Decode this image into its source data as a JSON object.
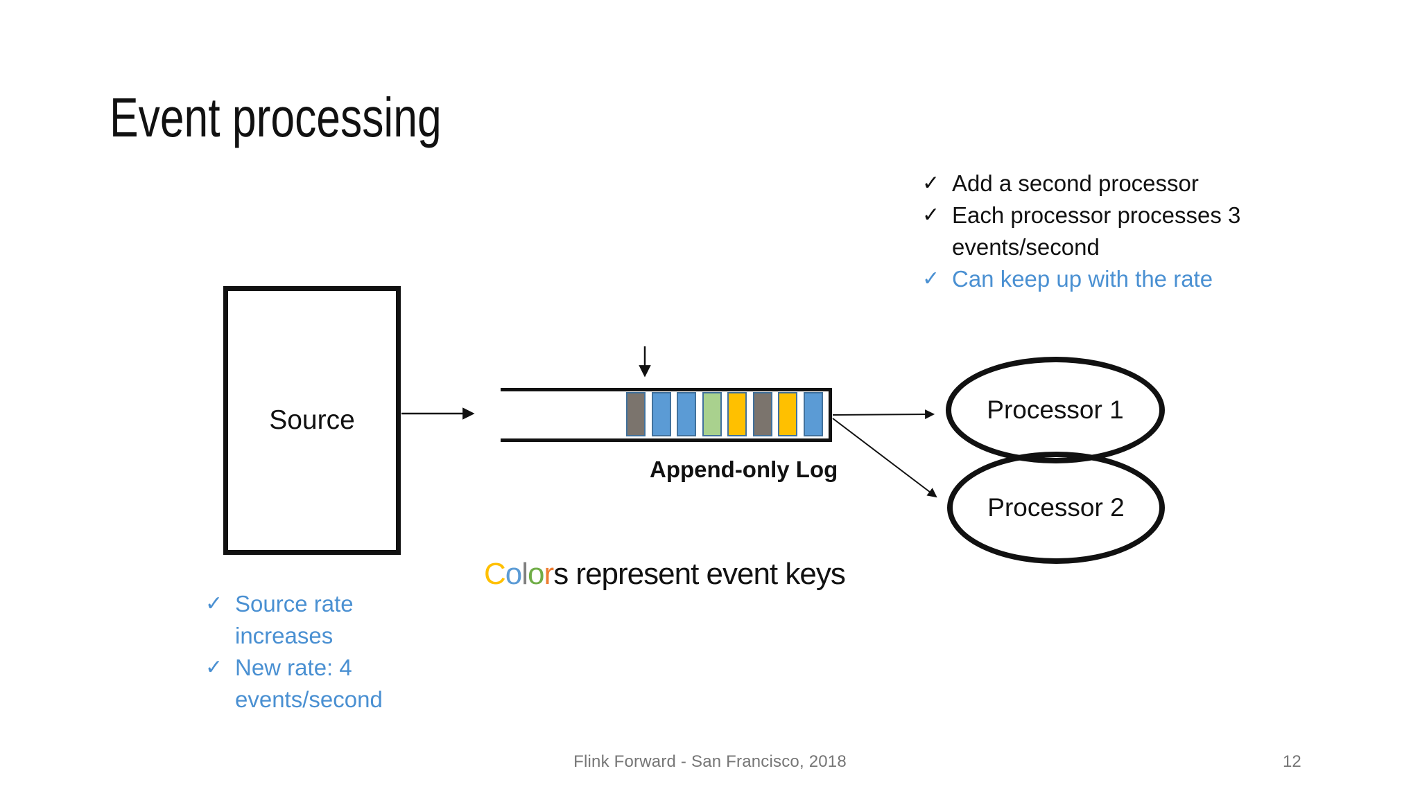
{
  "title": "Event processing",
  "check_glyph": "✓",
  "colors": {
    "ink": "#111111",
    "accent_blue_text": "#4A90D2",
    "bar_blue": "#5B9BD5",
    "bar_gray": "#7B746D",
    "bar_green": "#A9D18E",
    "bar_gold": "#FFC000",
    "bar_border": "#41719C",
    "footer_gray": "#767676"
  },
  "checklist_top_right": [
    {
      "text": "Add a second processor",
      "color": "black"
    },
    {
      "text": "Each processor processes 3\nevents/second",
      "color": "black"
    },
    {
      "text": "Can keep up with the rate",
      "color": "blue"
    }
  ],
  "checklist_bottom_left": [
    {
      "text": "Source rate\nincreases",
      "color": "blue"
    },
    {
      "text": "New rate: 4\nevents/second",
      "color": "blue"
    }
  ],
  "diagram": {
    "source_label": "Source",
    "log_label": "Append-only Log",
    "processor1_label": "Processor 1",
    "processor2_label": "Processor 2",
    "log_events": [
      "gray",
      "blue",
      "blue",
      "green",
      "gold",
      "gray",
      "gold",
      "blue"
    ]
  },
  "caption": {
    "letters": [
      {
        "ch": "C",
        "color": "#FFC000"
      },
      {
        "ch": "o",
        "color": "#5B9BD5"
      },
      {
        "ch": "l",
        "color": "#808080"
      },
      {
        "ch": "o",
        "color": "#70AD47"
      },
      {
        "ch": "r",
        "color": "#ED7D31"
      }
    ],
    "rest": "s represent event keys"
  },
  "footer": {
    "text": "Flink Forward - San Francisco, 2018",
    "page": "12"
  }
}
